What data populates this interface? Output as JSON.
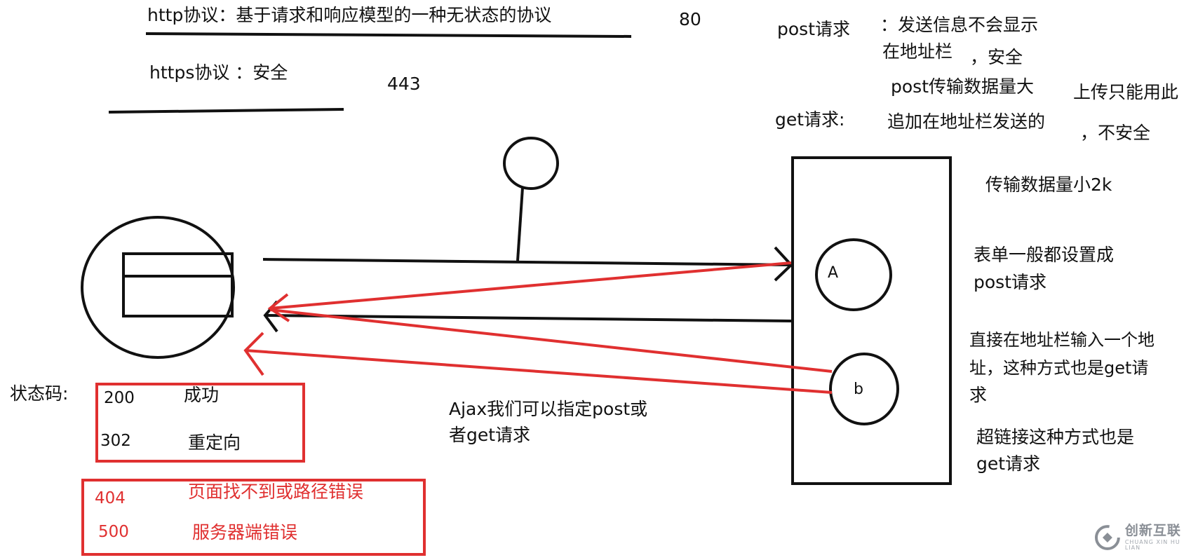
{
  "protocols": {
    "http": "http协议：基于请求和响应模型的一种无状态的协议",
    "http_port": "80",
    "https": "https协议 ：安全",
    "https_port": "443"
  },
  "methods": {
    "post_label": "post请求",
    "post_desc_1": "：发送信息不会显示",
    "post_desc_2": "在地址栏",
    "post_desc_3": "，安全",
    "post_desc_4": "post传输数据量大",
    "post_desc_5": "上传只能用此",
    "get_label": "get请求:",
    "get_desc_1": "追加在地址栏发送的",
    "get_desc_2": "，不安全",
    "get_desc_3": "传输数据量小2k"
  },
  "notes": {
    "form_1": "表单一般都设置成",
    "form_2": "post请求",
    "direct_1": "直接在地址栏输入一个地",
    "direct_2": "址，这种方式也是get请",
    "direct_3": "求",
    "link_1": "超链接这种方式也是",
    "link_2": "get请求",
    "ajax_1": "Ajax我们可以指定post或",
    "ajax_2": "者get请求"
  },
  "server": {
    "node_a": "A",
    "node_b": "b"
  },
  "status": {
    "label": "状态码:",
    "codes": [
      {
        "code": "200",
        "text": "成功"
      },
      {
        "code": "302",
        "text": "重定向"
      },
      {
        "code": "404",
        "text": "页面找不到或路径错误"
      },
      {
        "code": "500",
        "text": "服务器端错误"
      }
    ]
  },
  "colors": {
    "ink": "#111111",
    "red": "#e03030",
    "watermark": "#8a8f96"
  },
  "watermark": {
    "cn": "创新互联",
    "en": "CHUANG XIN HU LIAN"
  }
}
